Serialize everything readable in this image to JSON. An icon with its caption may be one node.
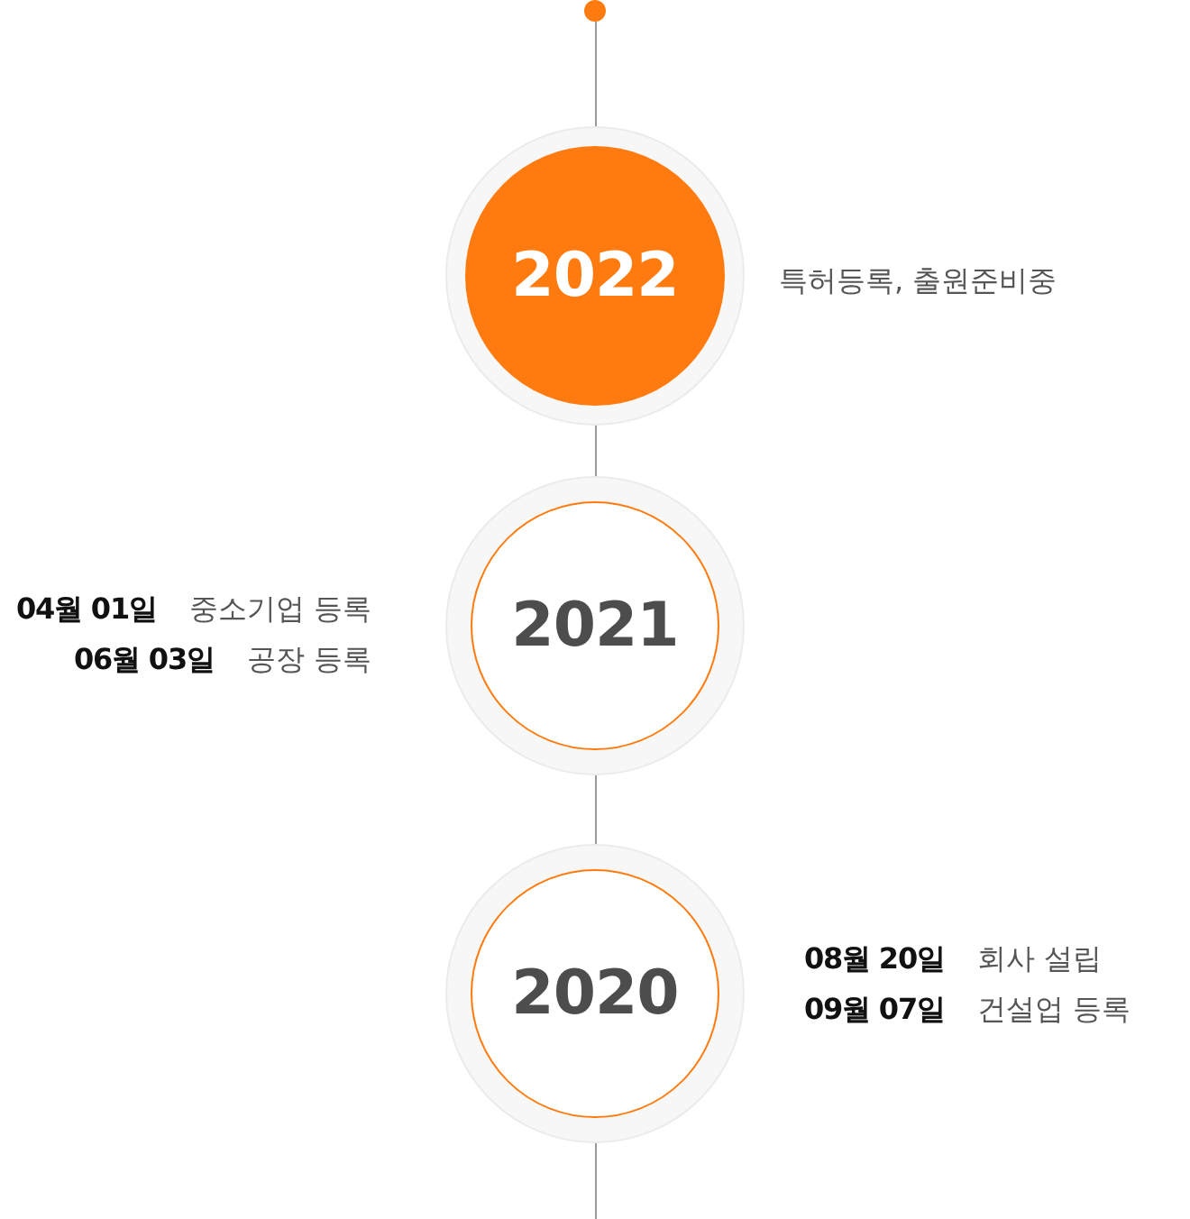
{
  "diagram": {
    "nodes": [
      {
        "text": [],
        "shape": "circle"
      },
      {
        "text": [
          "2022"
        ],
        "beside": [
          "특허등록, 출원준비중"
        ]
      },
      {
        "text": [
          "2021"
        ],
        "beside": [
          "04월 01일",
          "중소기업 등록",
          "06월 03일",
          "공장 등록"
        ]
      },
      {
        "text": [
          "2020"
        ],
        "beside": [
          "08월 20일",
          "회사 설립",
          "09월 07일",
          "건설업 등록"
        ]
      }
    ],
    "edges": [
      {
        "from": 0,
        "to": 1,
        "arrow": "none"
      },
      {
        "from": 1,
        "to": 2,
        "arrow": "none"
      },
      {
        "from": 2,
        "to": 3,
        "arrow": "none"
      },
      {
        "from": 3,
        "to": null,
        "arrow": "none"
      }
    ]
  }
}
